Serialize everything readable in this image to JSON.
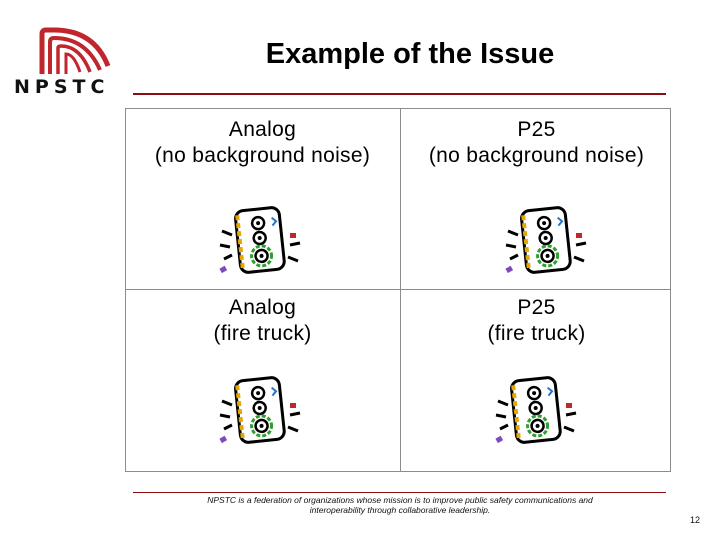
{
  "logo": {
    "text": "NPSTC"
  },
  "title": "Example of the Issue",
  "cells": [
    {
      "label": "Analog\n(no background noise)",
      "icon": "speaker-icon"
    },
    {
      "label": "P25\n(no background noise)",
      "icon": "speaker-icon"
    },
    {
      "label": "Analog\n(fire truck)",
      "icon": "speaker-icon"
    },
    {
      "label": "P25\n(fire truck)",
      "icon": "speaker-icon"
    }
  ],
  "footer": "NPSTC is a federation of organizations whose mission is to improve public safety communications and interoperability through collaborative leadership.",
  "page_number": "12",
  "colors": {
    "accent": "#8b0d0d",
    "logo_red": "#c0262c"
  }
}
